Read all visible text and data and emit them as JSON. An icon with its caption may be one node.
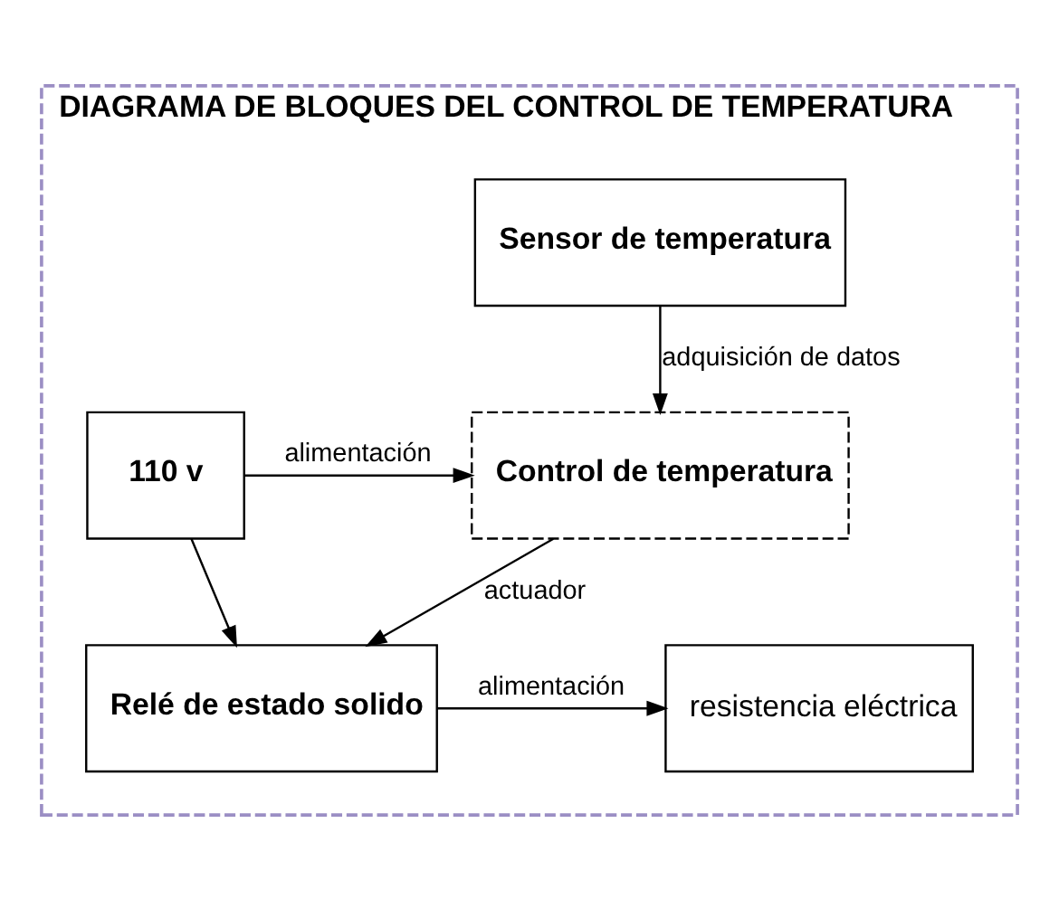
{
  "diagram": {
    "nodes": [
      {
        "text": [
          "DIAGRAMA DE BLOQUES DEL CONTROL DE TEMPERATURA"
        ]
      },
      {
        "text": [
          "Sensor de temperatura"
        ],
        "in": 0
      },
      {
        "text": [
          "Control de temperatura"
        ],
        "in": 0
      },
      {
        "text": [
          "110 v"
        ],
        "in": 0
      },
      {
        "text": [
          "Relé de estado solido"
        ],
        "in": 0
      },
      {
        "text": [
          "resistencia eléctrica"
        ],
        "in": 0
      }
    ],
    "edges": [
      {
        "from": 1,
        "to": 2,
        "arrow": "to",
        "label": "adquisición de datos"
      },
      {
        "from": 3,
        "to": 2,
        "arrow": "to",
        "label": "alimentación"
      },
      {
        "from": 3,
        "to": 4,
        "arrow": "to"
      },
      {
        "from": 2,
        "to": 4,
        "arrow": "to",
        "label": "actuador"
      },
      {
        "from": 4,
        "to": 5,
        "arrow": "to",
        "label": "alimentación"
      }
    ]
  }
}
